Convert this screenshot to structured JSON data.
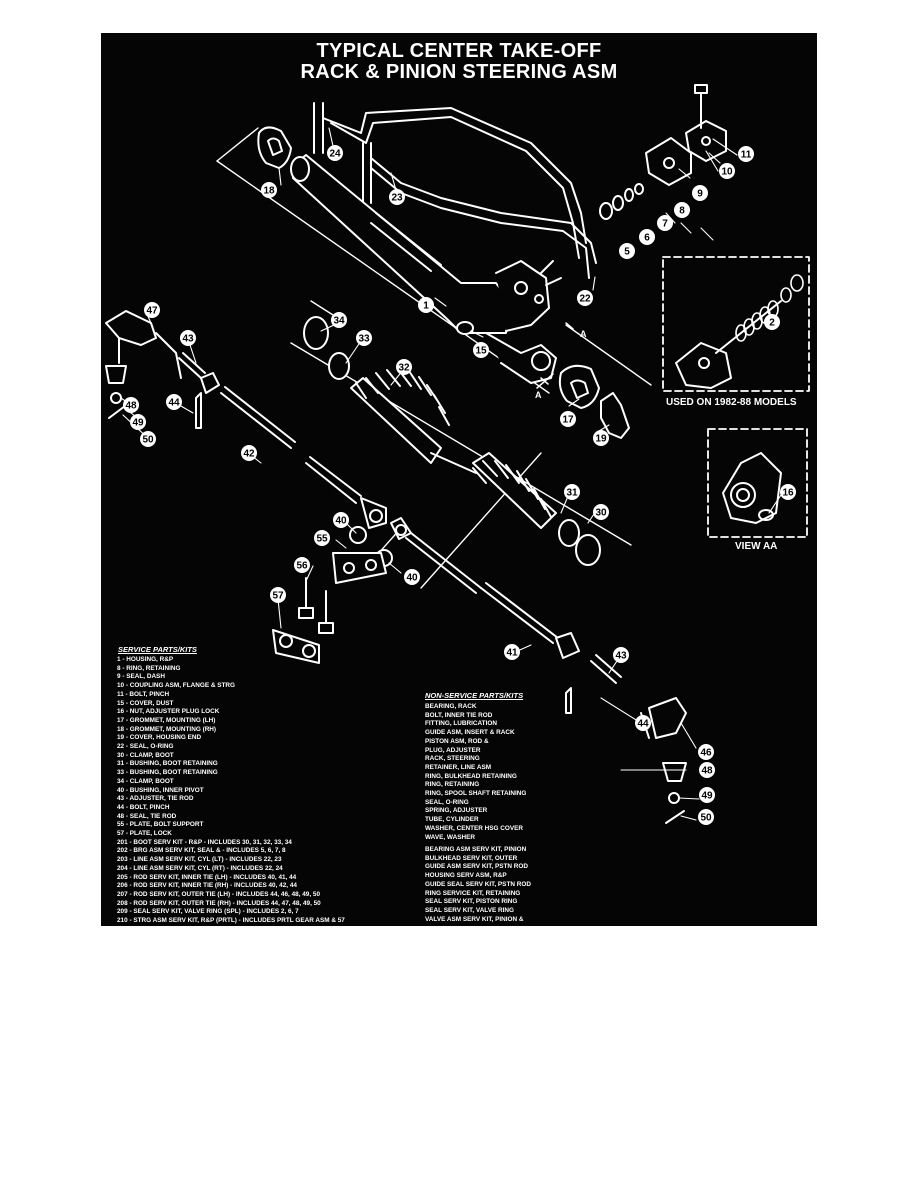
{
  "title": {
    "line1": "TYPICAL CENTER TAKE-OFF",
    "line2": "RACK & PINION STEERING ASM"
  },
  "callouts": [
    "1",
    "2",
    "5",
    "6",
    "7",
    "8",
    "9",
    "10",
    "11",
    "15",
    "16",
    "17",
    "18",
    "19",
    "22",
    "23",
    "24",
    "30",
    "31",
    "32",
    "33",
    "34",
    "40",
    "41",
    "42",
    "43",
    "44",
    "46",
    "47",
    "48",
    "49",
    "50",
    "55",
    "56",
    "57"
  ],
  "inset_labels": {
    "models": "USED ON 1982-88 MODELS",
    "view": "VIEW AA"
  },
  "section_markers": {
    "a1": "A",
    "a2": "A"
  },
  "service_parts": {
    "heading": "SERVICE PARTS/KITS",
    "items": [
      "1 - HOUSING, R&P",
      "8 - RING, RETAINING",
      "9 - SEAL, DASH",
      "10 - COUPLING ASM, FLANGE & STRG",
      "11 - BOLT, PINCH",
      "15 - COVER, DUST",
      "16 - NUT, ADJUSTER PLUG LOCK",
      "17 - GROMMET, MOUNTING (LH)",
      "18 - GROMMET, MOUNTING (RH)",
      "19 - COVER, HOUSING END",
      "22 - SEAL, O-RING",
      "30 - CLAMP, BOOT",
      "31 - BUSHING, BOOT RETAINING",
      "33 - BUSHING, BOOT RETAINING",
      "34 - CLAMP, BOOT",
      "40 - BUSHING, INNER PIVOT",
      "43 - ADJUSTER, TIE ROD",
      "44 - BOLT, PINCH",
      "48 - SEAL, TIE ROD",
      "55 - PLATE, BOLT SUPPORT",
      "57 - PLATE, LOCK",
      "201 - BOOT SERV KIT - R&P - INCLUDES 30, 31, 32, 33, 34",
      "202 - BRG ASM SERV KIT, SEAL & - INCLUDES 5, 6, 7, 8",
      "203 - LINE ASM SERV KIT, CYL (LT) - INCLUDES 22, 23",
      "204 - LINE ASM SERV KIT, CYL (RT) - INCLUDES 22, 24",
      "205 - ROD SERV KIT, INNER TIE (LH) - INCLUDES 40, 41, 44",
      "206 - ROD SERV KIT, INNER TIE (RH) - INCLUDES 40, 42, 44",
      "207 - ROD SERV KIT, OUTER TIE (LH) - INCLUDES 44, 46, 48, 49, 50",
      "208 - ROD SERV KIT, OUTER TIE (RH) - INCLUDES 44, 47, 48, 49, 50",
      "209 - SEAL SERV KIT, VALVE RING (SPL) - INCLUDES 2, 6, 7",
      "210 - STRG ASM SERV KIT, R&P (PRTL) - INCLUDES PRTL GEAR ASM & 57"
    ]
  },
  "non_service_parts": {
    "heading": "NON-SERVICE PARTS/KITS",
    "items": [
      "BEARING, RACK",
      "BOLT, INNER TIE ROD",
      "FITTING, LUBRICATION",
      "GUIDE ASM, INSERT & RACK",
      "PISTON ASM, ROD &",
      "PLUG, ADJUSTER",
      "RACK, STEERING",
      "RETAINER, LINE ASM",
      "RING, BULKHEAD RETAINING",
      "RING, RETAINING",
      "RING, SPOOL SHAFT RETAINING",
      "SEAL, O-RING",
      "SPRING, ADJUSTER",
      "TUBE, CYLINDER",
      "WASHER, CENTER HSG COVER",
      "WAVE, WASHER"
    ],
    "kit_items": [
      "BEARING ASM SERV KIT, PINION",
      "BULKHEAD SERV KIT, OUTER",
      "GUIDE ASM SERV KIT, PSTN ROD",
      "HOUSING SERV ASM, R&P",
      "GUIDE SEAL SERV KIT, PSTN ROD",
      "RING SERVICE KIT, RETAINING",
      "SEAL SERV KIT, PISTON RING",
      "SEAL SERV KIT, VALVE RING",
      "VALVE ASM SERV KIT, PINION &"
    ]
  }
}
